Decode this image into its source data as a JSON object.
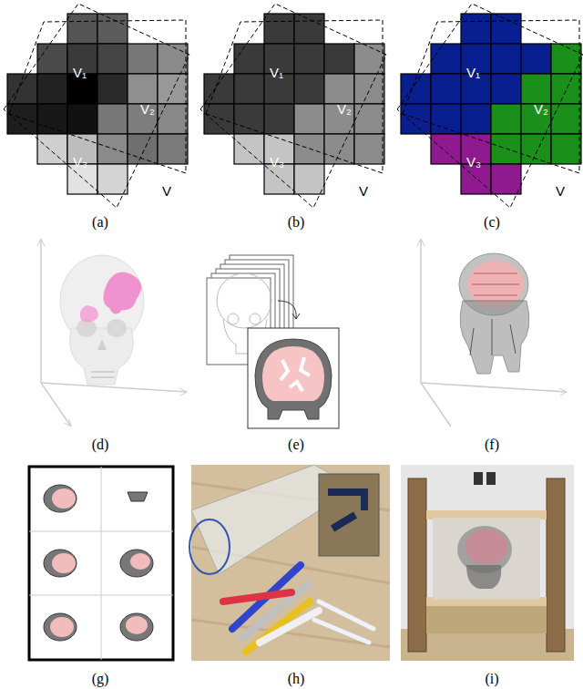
{
  "diagram": {
    "labels": [
      "V₁",
      "V₂",
      "V₃",
      "V",
      "V₁",
      "V₂",
      "V₃",
      "V",
      "V₁",
      "V₂",
      "V₃",
      "V",
      "(a)",
      "(b)",
      "(c)",
      "(d)",
      "(e)",
      "(f)",
      "(g)",
      "(h)",
      "(i)"
    ]
  }
}
